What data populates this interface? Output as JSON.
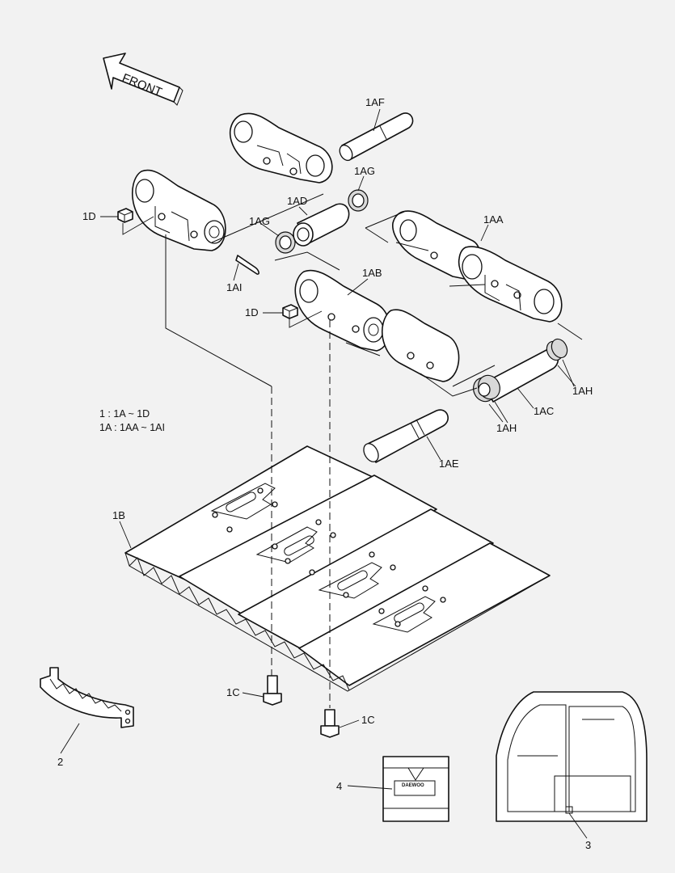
{
  "direction_arrow": {
    "text": "FRONT"
  },
  "notes": [
    "1 : 1A ~ 1D",
    "1A : 1AA ~ 1AI"
  ],
  "callouts": {
    "AF": "1AF",
    "AG_top": "1AG",
    "AD": "1AD",
    "AG_left": "1AG",
    "AA": "1AA",
    "D_top": "1D",
    "AI": "1AI",
    "AB": "1AB",
    "D_mid": "1D",
    "AH_right": "1AH",
    "AC": "1AC",
    "AH_bottom": "1AH",
    "AE": "1AE",
    "B": "1B",
    "C_left": "1C",
    "C_right": "1C",
    "two": "2",
    "three": "3",
    "four": "4"
  },
  "brand_logo": "DAEWOO",
  "icons": [
    "front-arrow-icon",
    "shoe-nut-icon",
    "shoe-bolt-icon",
    "brand-logo-icon"
  ]
}
